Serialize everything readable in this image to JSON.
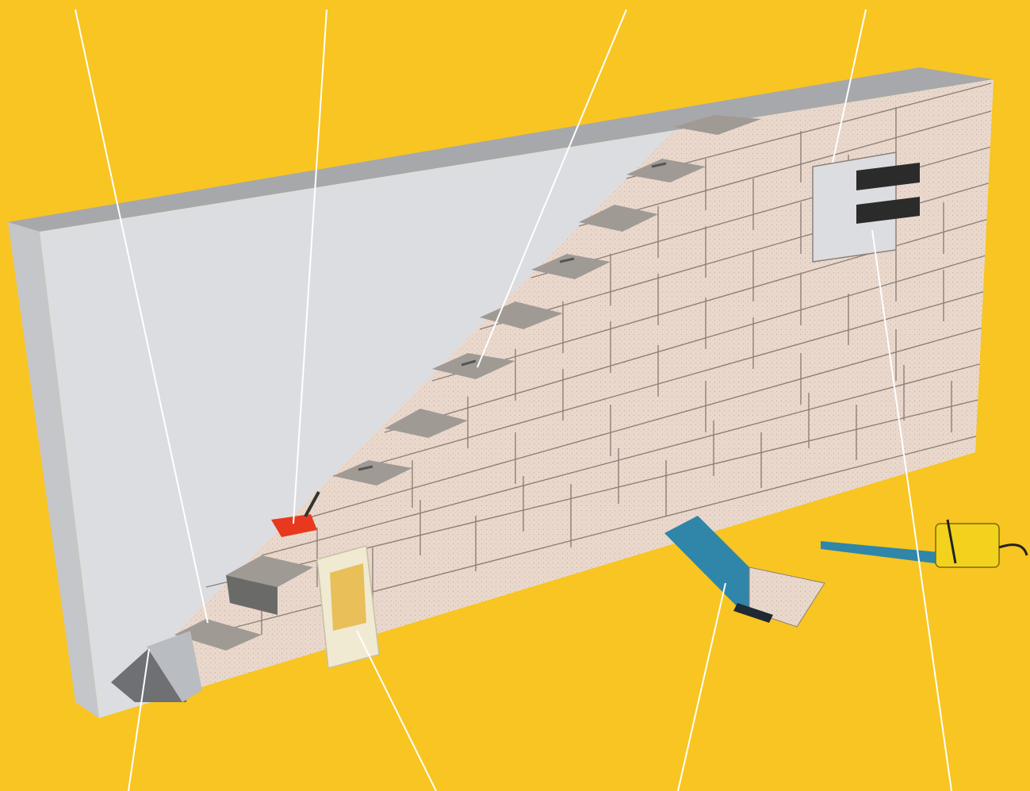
{
  "diagram": {
    "background_color": "#f8c522",
    "wall_color": "#dcdde0",
    "block_color": "#ead8cc",
    "leader_line_color": "#ffffff",
    "callouts": [
      {
        "target": "base-mortar-layer"
      },
      {
        "target": "mortar-trowel"
      },
      {
        "target": "wall-tie"
      },
      {
        "target": "window-lintel"
      },
      {
        "target": "leveling-compound"
      },
      {
        "target": "glue-sack"
      },
      {
        "target": "saw-guide"
      },
      {
        "target": "lintel-support"
      }
    ],
    "tools": {
      "trowel": {
        "icon": "trowel-icon",
        "color": "#e8391f"
      },
      "glue_bag": {
        "icon": "glue-bag-icon",
        "color": "#f1ead2"
      },
      "saw_guide": {
        "icon": "saw-guide-icon",
        "color": "#2f86a8"
      },
      "chainsaw": {
        "icon": "chainsaw-icon",
        "color": "#f2d21c"
      }
    }
  }
}
